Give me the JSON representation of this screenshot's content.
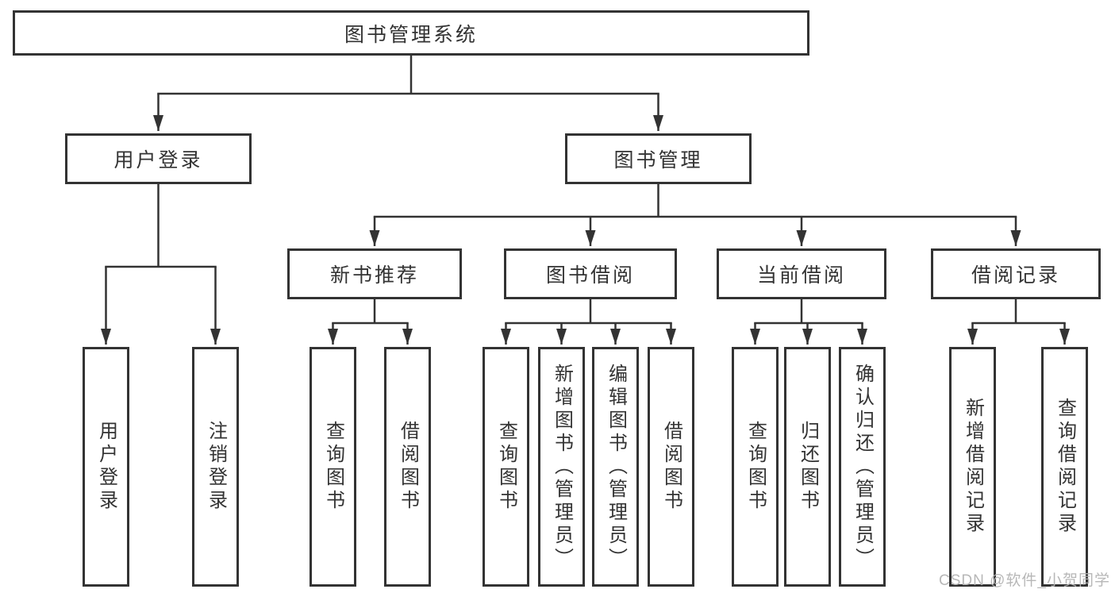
{
  "tree": {
    "root": {
      "label": "图书管理系统"
    },
    "children": [
      {
        "label": "用户登录",
        "children": [
          {
            "label": "用户登录"
          },
          {
            "label": "注销登录"
          }
        ]
      },
      {
        "label": "图书管理",
        "children": [
          {
            "label": "新书推荐",
            "children": [
              {
                "label": "查询图书"
              },
              {
                "label": "借阅图书"
              }
            ]
          },
          {
            "label": "图书借阅",
            "children": [
              {
                "label": "查询图书"
              },
              {
                "label": "新增图书（管理员）"
              },
              {
                "label": "编辑图书（管理员）"
              },
              {
                "label": "借阅图书"
              }
            ]
          },
          {
            "label": "当前借阅",
            "children": [
              {
                "label": "查询图书"
              },
              {
                "label": "归还图书"
              },
              {
                "label": "确认归还（管理员）"
              }
            ]
          },
          {
            "label": "借阅记录",
            "children": [
              {
                "label": "新增借阅记录"
              },
              {
                "label": "查询借阅记录"
              }
            ]
          }
        ]
      }
    ]
  },
  "watermark": {
    "text": "CSDN @软件_小贺同学"
  },
  "colors": {
    "line": "#333333",
    "box_border": "#333333",
    "box_fill": "#ffffff",
    "text": "#333333",
    "background": "#ffffff",
    "watermark": "#b4b4b4"
  }
}
